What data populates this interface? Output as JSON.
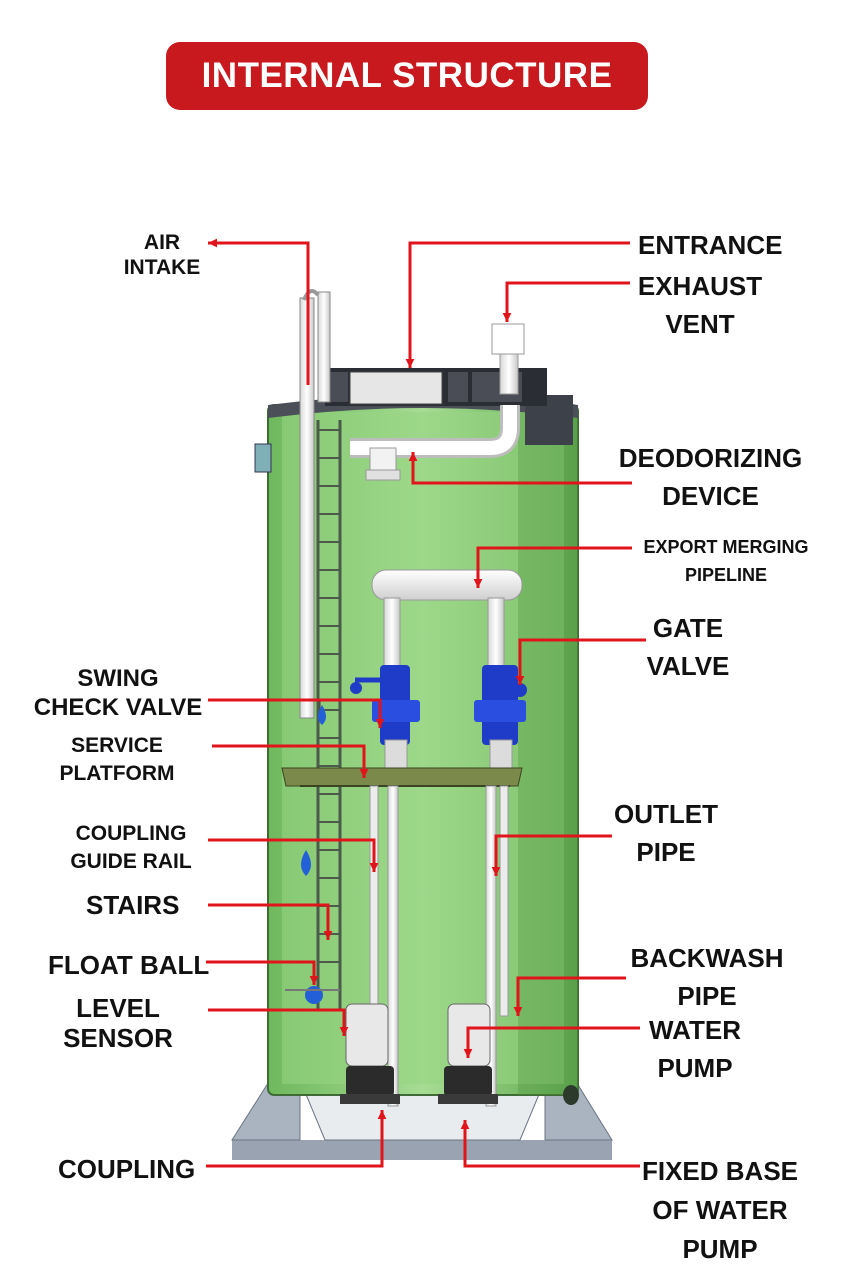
{
  "banner": {
    "title": "INTERNAL STRUCTURE"
  },
  "colors": {
    "banner": "#c8191e",
    "arrow": "#e0141a",
    "tank": "#8fd07c",
    "valve": "#1e3cc8"
  },
  "labels": {
    "air_intake": "AIR\nINTAKE",
    "entrance": "ENTRANCE",
    "exhaust_vent": "EXHAUST\nVENT",
    "deodorizing_device": "DEODORIZING\nDEVICE",
    "export_merging_pipeline": "EXPORT MERGING\nPIPELINE",
    "gate_valve": "GATE\nVALVE",
    "swing_check_valve": "SWING\nCHECK VALVE",
    "service_platform": "SERVICE\nPLATFORM",
    "outlet_pipe": "OUTLET\nPIPE",
    "coupling_guide_rail": "COUPLING\nGUIDE RAIL",
    "stairs": "STAIRS",
    "float_ball": "FLOAT BALL",
    "backwash_pipe": "BACKWASH\nPIPE",
    "level_sensor": "LEVEL\nSENSOR",
    "water_pump": "WATER\nPUMP",
    "coupling": "COUPLING",
    "fixed_base": "FIXED BASE\nOF WATER\nPUMP"
  }
}
